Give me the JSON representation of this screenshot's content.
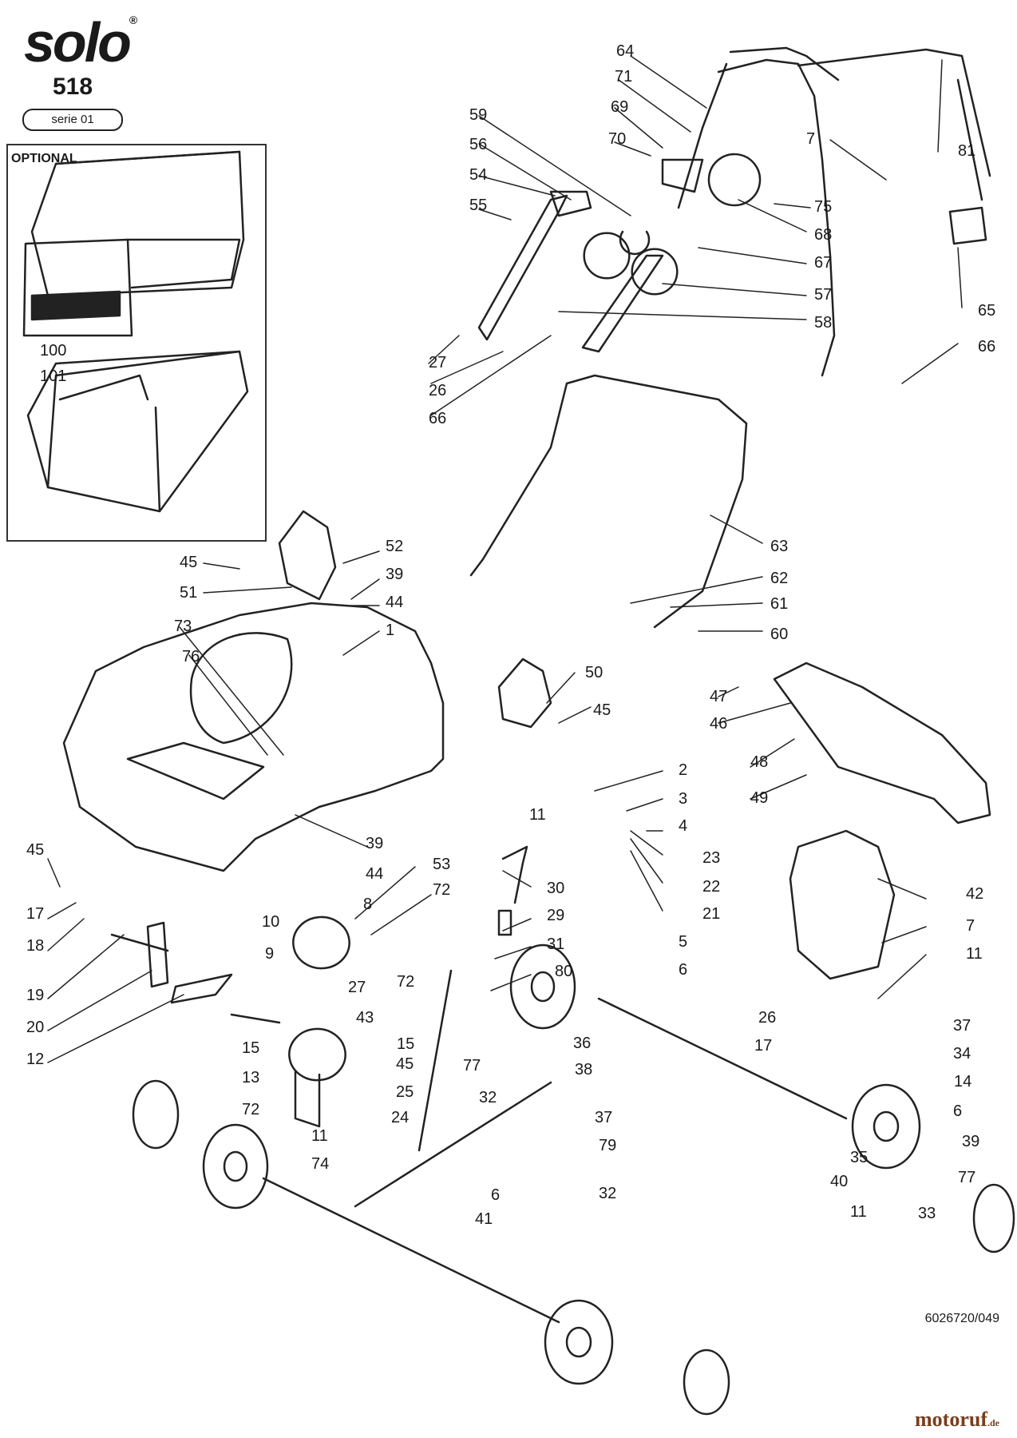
{
  "header": {
    "brand": "solo",
    "model": "518",
    "series": "serie 01"
  },
  "optional_box": {
    "label": "OPTIONAL"
  },
  "doc_code": "6026720/049",
  "watermark": {
    "text": "motoruf",
    "suffix": ".de"
  },
  "callouts": [
    {
      "label": "64"
    },
    {
      "label": "71"
    },
    {
      "label": "69"
    },
    {
      "label": "70"
    },
    {
      "label": "59"
    },
    {
      "label": "56"
    },
    {
      "label": "54"
    },
    {
      "label": "55"
    },
    {
      "label": "81"
    },
    {
      "label": "7"
    },
    {
      "label": "75"
    },
    {
      "label": "68"
    },
    {
      "label": "67"
    },
    {
      "label": "57"
    },
    {
      "label": "58"
    },
    {
      "label": "65"
    },
    {
      "label": "66"
    },
    {
      "label": "27"
    },
    {
      "label": "26"
    },
    {
      "label": "66"
    },
    {
      "label": "100"
    },
    {
      "label": "101"
    },
    {
      "label": "45"
    },
    {
      "label": "52"
    },
    {
      "label": "51"
    },
    {
      "label": "39"
    },
    {
      "label": "44"
    },
    {
      "label": "63"
    },
    {
      "label": "62"
    },
    {
      "label": "61"
    },
    {
      "label": "60"
    },
    {
      "label": "73"
    },
    {
      "label": "1"
    },
    {
      "label": "76"
    },
    {
      "label": "50"
    },
    {
      "label": "45"
    },
    {
      "label": "47"
    },
    {
      "label": "46"
    },
    {
      "label": "48"
    },
    {
      "label": "49"
    },
    {
      "label": "2"
    },
    {
      "label": "3"
    },
    {
      "label": "11"
    },
    {
      "label": "4"
    },
    {
      "label": "39"
    },
    {
      "label": "23"
    },
    {
      "label": "22"
    },
    {
      "label": "21"
    },
    {
      "label": "5"
    },
    {
      "label": "6"
    },
    {
      "label": "45"
    },
    {
      "label": "44"
    },
    {
      "label": "53"
    },
    {
      "label": "72"
    },
    {
      "label": "30"
    },
    {
      "label": "8"
    },
    {
      "label": "29"
    },
    {
      "label": "10"
    },
    {
      "label": "9"
    },
    {
      "label": "31"
    },
    {
      "label": "80"
    },
    {
      "label": "72"
    },
    {
      "label": "15"
    },
    {
      "label": "17"
    },
    {
      "label": "18"
    },
    {
      "label": "19"
    },
    {
      "label": "20"
    },
    {
      "label": "12"
    },
    {
      "label": "27"
    },
    {
      "label": "43"
    },
    {
      "label": "42"
    },
    {
      "label": "7"
    },
    {
      "label": "11"
    },
    {
      "label": "26"
    },
    {
      "label": "36"
    },
    {
      "label": "37"
    },
    {
      "label": "34"
    },
    {
      "label": "17"
    },
    {
      "label": "15"
    },
    {
      "label": "13"
    },
    {
      "label": "72"
    },
    {
      "label": "45"
    },
    {
      "label": "25"
    },
    {
      "label": "77"
    },
    {
      "label": "38"
    },
    {
      "label": "14"
    },
    {
      "label": "24"
    },
    {
      "label": "32"
    },
    {
      "label": "37"
    },
    {
      "label": "6"
    },
    {
      "label": "79"
    },
    {
      "label": "11"
    },
    {
      "label": "39"
    },
    {
      "label": "35"
    },
    {
      "label": "77"
    },
    {
      "label": "74"
    },
    {
      "label": "6"
    },
    {
      "label": "32"
    },
    {
      "label": "40"
    },
    {
      "label": "11"
    },
    {
      "label": "33"
    },
    {
      "label": "41"
    }
  ]
}
